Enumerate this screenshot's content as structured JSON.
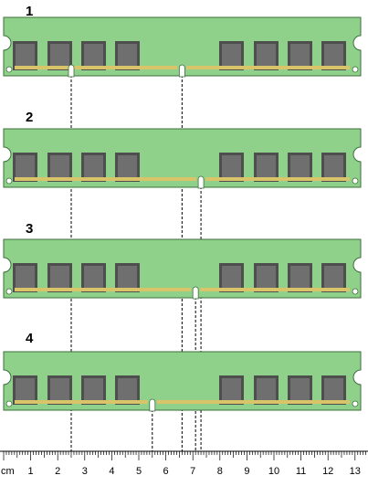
{
  "ruler": {
    "unit": "cm",
    "labels": [
      "1",
      "2",
      "3",
      "4",
      "5",
      "6",
      "7",
      "8",
      "9",
      "10",
      "11",
      "12",
      "13"
    ]
  },
  "colors": {
    "pcb": "#8fd18a",
    "pcb_border": "#3c6e3c",
    "chip": "#6f6f6f",
    "chip_dark": "#4e4e4e",
    "contacts": "#d9c46a",
    "guide_line": "#000000"
  },
  "modules": [
    {
      "label": "1",
      "notch_cm": 6.6
    },
    {
      "label": "2",
      "notch_cm": 7.3
    },
    {
      "label": "3",
      "notch_cm": 7.1
    },
    {
      "label": "4",
      "notch_cm": 5.5
    }
  ],
  "reference_notch_cm": 2.5
}
